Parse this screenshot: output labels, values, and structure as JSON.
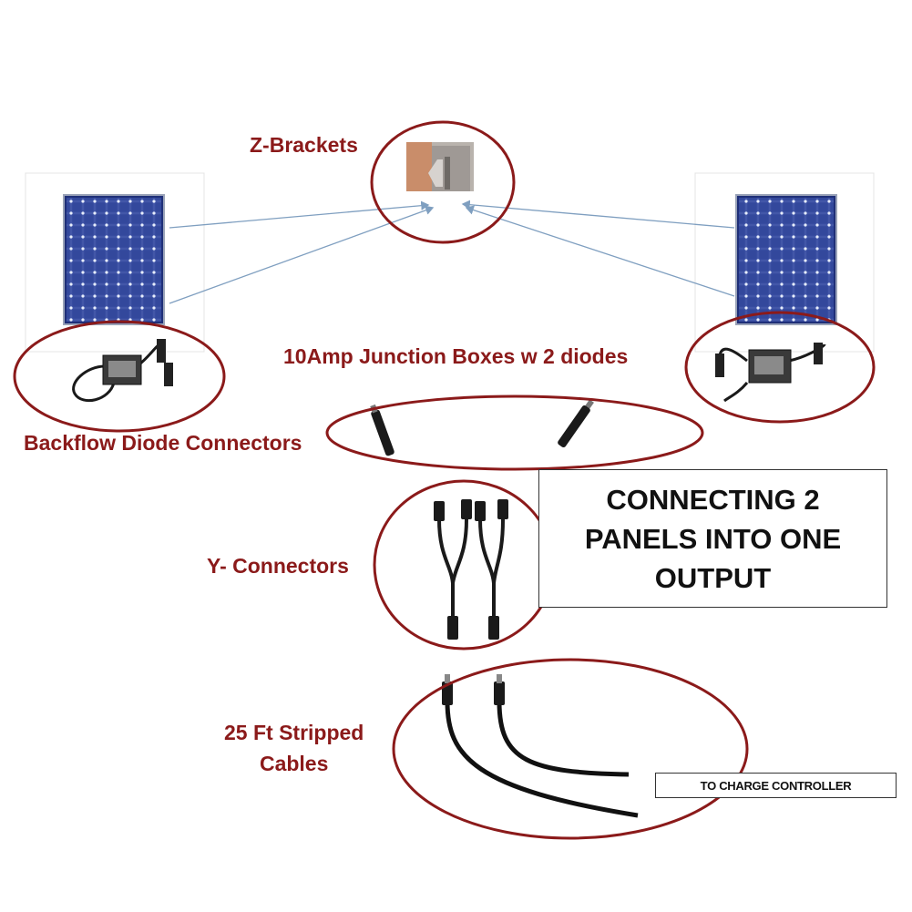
{
  "labels": {
    "z_brackets": "Z-Brackets",
    "junction_boxes": "10Amp Junction Boxes w 2 diodes",
    "backflow": "Backflow Diode Connectors",
    "y_connectors": "Y- Connectors",
    "cables_line1": "25 Ft Stripped",
    "cables_line2": "Cables"
  },
  "title": "CONNECTING 2\nPANELS INTO ONE\nOUTPUT",
  "charge_controller": "TO CHARGE CONTROLLER",
  "colors": {
    "ellipse": "#8b1a1a",
    "panel_blue": "#2c3f8f",
    "arrow": "#7f9fc0",
    "cable": "#1a1a1a"
  },
  "icons": [
    "solar-panel-icon",
    "junction-box-icon",
    "z-bracket-photo",
    "diode-connector-icon",
    "y-connector-icon",
    "cable-icon"
  ]
}
